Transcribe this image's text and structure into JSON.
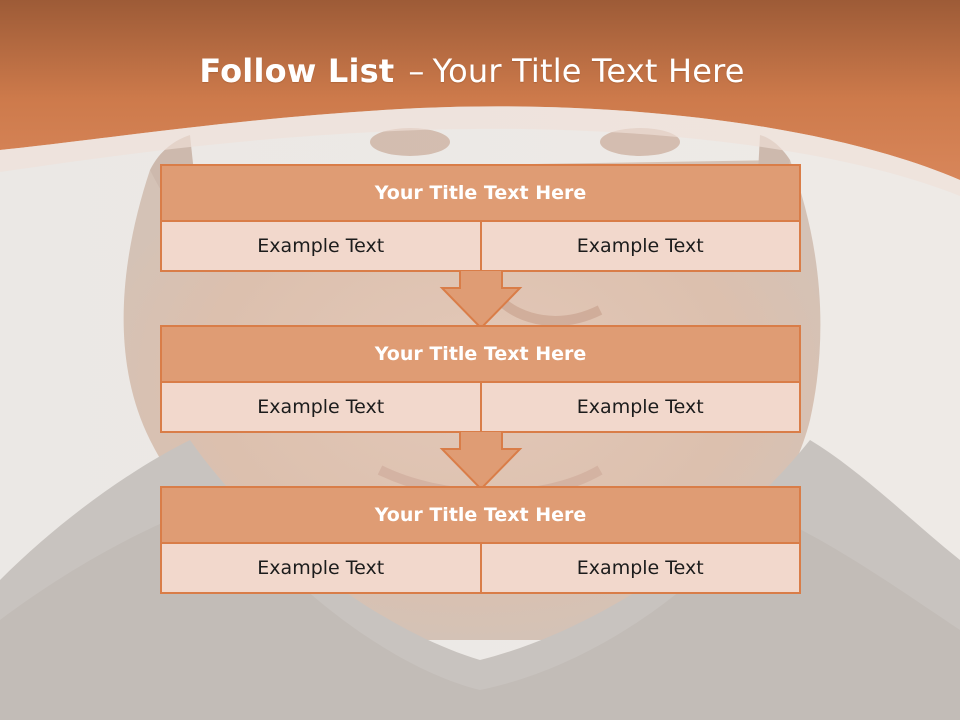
{
  "slide": {
    "title_bold": "Follow List",
    "title_separator": "–",
    "title_rest": "Your Title Text Here"
  },
  "steps": [
    {
      "title": "Your Title Text Here",
      "cells": [
        "Example Text",
        "Example Text"
      ]
    },
    {
      "title": "Your Title Text Here",
      "cells": [
        "Example Text",
        "Example Text"
      ]
    },
    {
      "title": "Your Title Text Here",
      "cells": [
        "Example Text",
        "Example Text"
      ]
    }
  ],
  "colors": {
    "header_orange": "#cd7a4b",
    "box_border": "#d97d48",
    "box_head": "#df9c74",
    "box_cell": "#f2d8cc",
    "background": "#e9e6e3"
  }
}
